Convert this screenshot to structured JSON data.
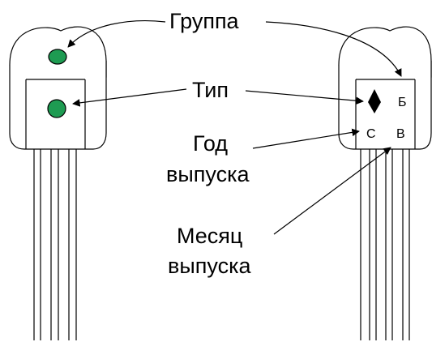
{
  "labels": {
    "group": "Группа",
    "type": "Тип",
    "year_line1": "Год",
    "year_line2": "выпуска",
    "month_line1": "Месяц",
    "month_line2": "выпуска"
  },
  "right_marks": {
    "group_code": "Б",
    "year_code": "С",
    "month_code": "В",
    "type_symbol": "diamond"
  },
  "left_marks": {
    "group_dot": "green-dot",
    "type_dot": "green-dot"
  },
  "colors": {
    "dot_fill": "#1e9b52",
    "outline": "#000000",
    "background": "#ffffff"
  }
}
